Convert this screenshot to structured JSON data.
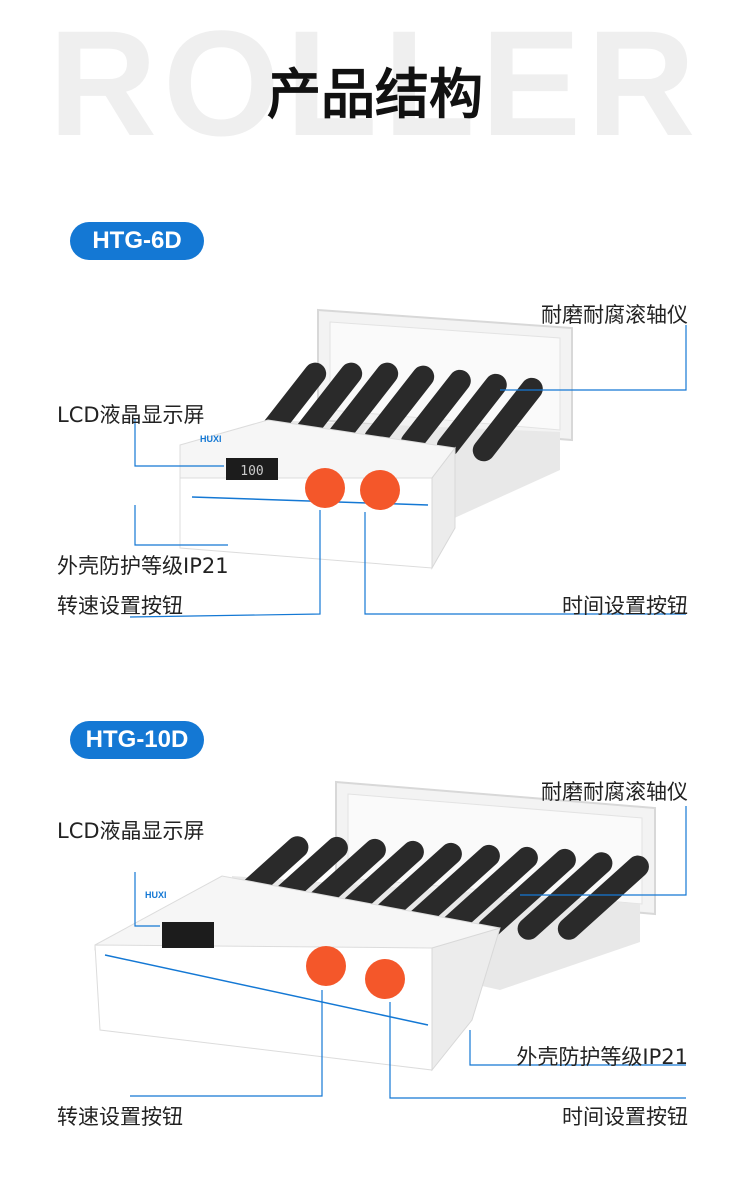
{
  "background_word": "ROLLER",
  "page_title": "产品结构",
  "accent_color": "#1478d4",
  "knob_color": "#f4572a",
  "models": [
    {
      "name": "HTG-6D",
      "display_value": "100",
      "brand": "HUXI",
      "labels": {
        "rollers": "耐磨耐腐滚轴仪",
        "lcd": "LCD液晶显示屏",
        "shell": "外壳防护等级IP21",
        "speed": "转速设置按钮",
        "time": "时间设置按钮"
      }
    },
    {
      "name": "HTG-10D",
      "brand": "HUXI",
      "labels": {
        "rollers": "耐磨耐腐滚轴仪",
        "lcd": "LCD液晶显示屏",
        "shell": "外壳防护等级IP21",
        "speed": "转速设置按钮",
        "time": "时间设置按钮"
      }
    }
  ]
}
